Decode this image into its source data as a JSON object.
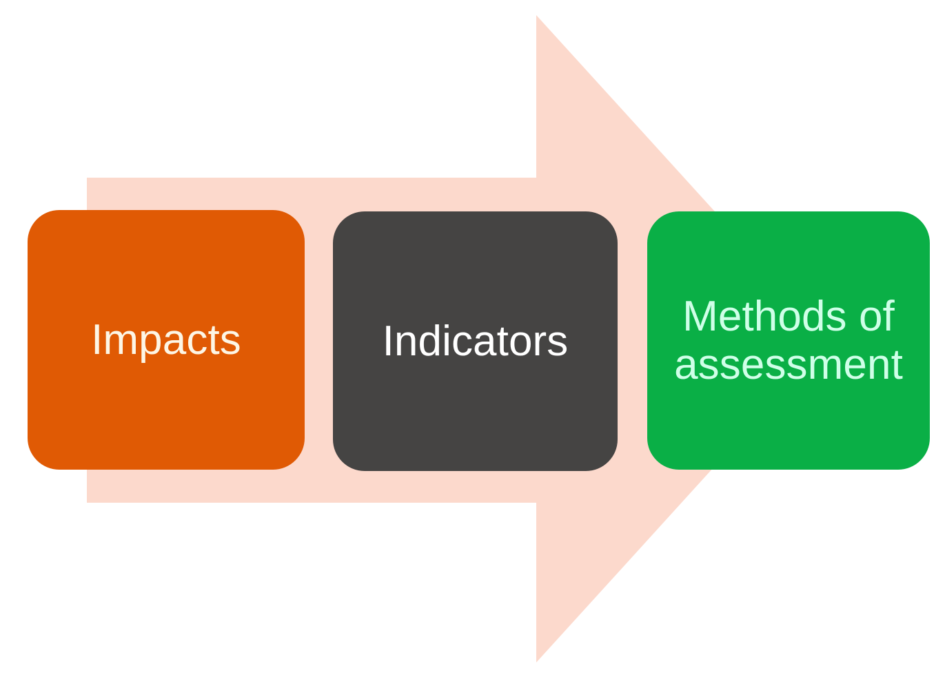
{
  "diagram": {
    "type": "process-flow",
    "title": "",
    "direction": "left-to-right",
    "background_color": "#FFFFFF",
    "arrow": {
      "name": "right-arrow",
      "fill_color": "#FCD9CC",
      "label": "",
      "points_to": "right"
    },
    "nodes": [
      {
        "id": "impacts",
        "label": "Impacts",
        "fill_color": "#E05A04",
        "text_color": "#FDF6E6",
        "order": 1
      },
      {
        "id": "indicators",
        "label": "Indicators",
        "fill_color": "#454443",
        "text_color": "#FFFFFF",
        "order": 2
      },
      {
        "id": "methods-of-assessment",
        "label": "Methods of\nassessment",
        "fill_color": "#0AAF46",
        "text_color": "#CFFFE8",
        "order": 3
      }
    ]
  }
}
